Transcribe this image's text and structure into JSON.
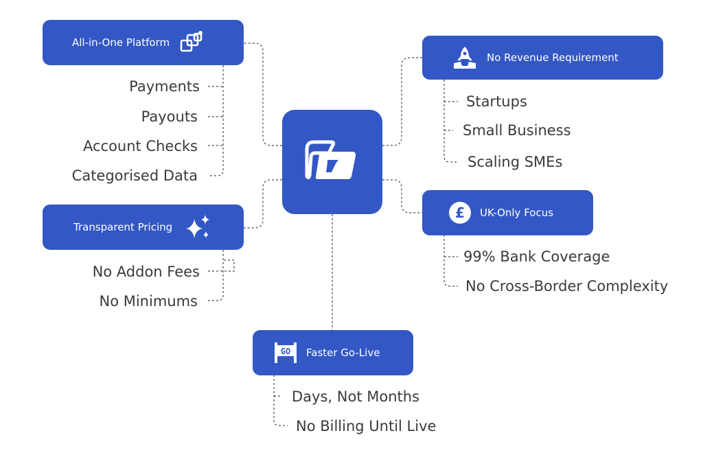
{
  "colors": {
    "accent": "#3357c4",
    "text": "#3a3a3a",
    "connector": "#4a4a4a"
  },
  "center": {
    "icon": "folder-logo-icon"
  },
  "nodes": {
    "all_in_one": {
      "label": "All-in-One Platform",
      "icon": "connected-squares-icon",
      "items": [
        "Payments",
        "Payouts",
        "Account Checks",
        "Categorised Data"
      ]
    },
    "transparent_pricing": {
      "label": "Transparent Pricing",
      "icon": "sparkles-icon",
      "items": [
        "No Addon Fees",
        "No Minimums"
      ]
    },
    "no_revenue": {
      "label": "No Revenue Requirement",
      "icon": "rocket-icon",
      "items": [
        "Startups",
        "Small Business",
        "Scaling SMEs"
      ]
    },
    "uk_only": {
      "label": "UK-Only Focus",
      "icon": "pound-icon",
      "items": [
        "99% Bank Coverage",
        "No Cross-Border Complexity"
      ]
    },
    "faster_golive": {
      "label": "Faster Go-Live",
      "icon": "go-sign-icon",
      "icon_text": "GO",
      "items": [
        "Days, Not Months",
        "No Billing Until Live"
      ]
    }
  }
}
